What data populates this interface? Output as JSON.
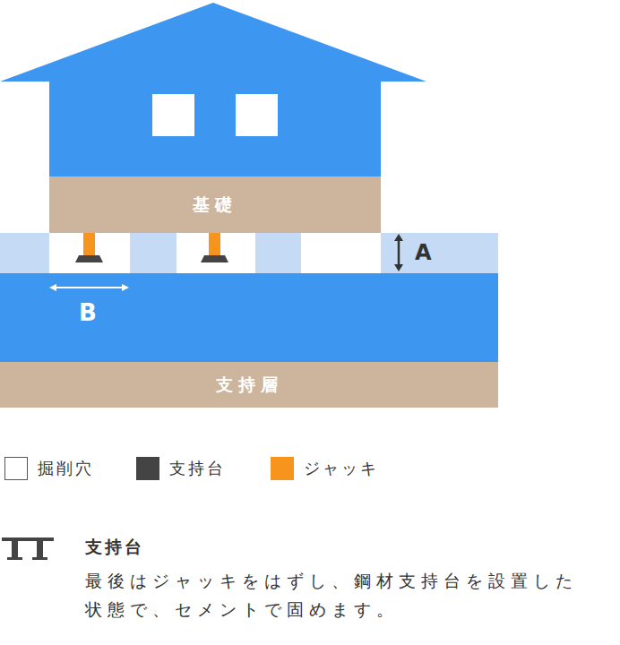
{
  "diagram": {
    "nodes": [
      {
        "text": [
          "基礎"
        ]
      },
      {
        "text": [
          "支持層"
        ]
      }
    ],
    "labels": [
      "A",
      "B",
      "支持台",
      "最後はジャッキをはずし、鋼材支持台を設置した状態で、セメントで固めます。"
    ],
    "legend": [
      {
        "text": "掘削穴",
        "color": "#ffffff"
      },
      {
        "text": "支持台",
        "color": "#444444"
      },
      {
        "text": "ジャッキ",
        "color": "#f7941d"
      }
    ]
  }
}
